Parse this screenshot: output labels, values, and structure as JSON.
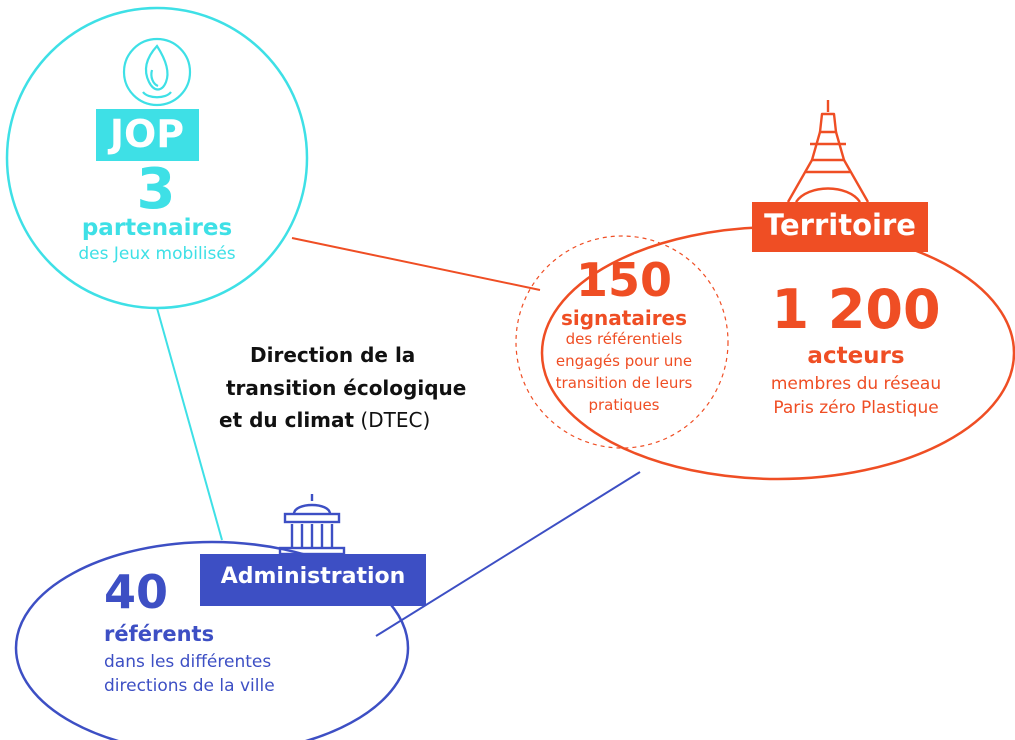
{
  "colors": {
    "jop": "#3ee0e6",
    "territoire": "#ef4e24",
    "administration": "#3d4fc4",
    "text": "#111111"
  },
  "jop": {
    "badge": "JOP",
    "number": "3",
    "label": "partenaires",
    "sublabel": "des Jeux mobilisés",
    "icon": "flame-icon"
  },
  "territoire": {
    "badge": "Territoire",
    "icon": "eiffel-tower-icon",
    "signataires": {
      "number": "150",
      "label": "signataires",
      "lines": [
        "des référentiels",
        "engagés pour une",
        "transition de leurs",
        "pratiques"
      ]
    },
    "acteurs": {
      "number": "1 200",
      "label": "acteurs",
      "lines": [
        "membres du réseau",
        "Paris zéro Plastique"
      ]
    }
  },
  "administration": {
    "badge": "Administration",
    "icon": "government-building-icon",
    "number": "40",
    "label": "référents",
    "lines": [
      "dans les différentes",
      "directions de la ville"
    ]
  },
  "center": {
    "lines": [
      "Direction de la",
      "transition écologique",
      "et du climat"
    ],
    "suffix": " (DTEC)"
  }
}
